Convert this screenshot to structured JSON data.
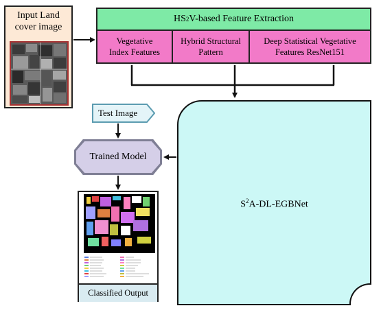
{
  "input": {
    "title_line1": "Input Land",
    "title_line2": "cover image"
  },
  "feature_extraction": {
    "title_pre": "HS",
    "title_sup": "2",
    "title_post": "V-based Feature Extraction",
    "cells": [
      {
        "line1": "Vegetative",
        "line2": "Index Features"
      },
      {
        "line1": "Hybrid Structural",
        "line2": "Pattern"
      },
      {
        "line1": "Deep Statistical Vegetative",
        "line2": "Features ResNet151"
      }
    ]
  },
  "test_image": {
    "label": "Test Image"
  },
  "trained_model": {
    "label": "Trained Model"
  },
  "network": {
    "label_pre": "S",
    "label_sup": "2",
    "label_post": "A-DL-EGBNet"
  },
  "output": {
    "caption": "Classified Output"
  },
  "colors": {
    "header": "#7eeaa6",
    "cells": "#f27ac8",
    "input_bg": "#fde9d6",
    "network_bg": "#ccf8f6",
    "model_bg": "#d5cfe8",
    "test_bg": "#e4f4f8",
    "caption_bg": "#d9ebf1"
  }
}
